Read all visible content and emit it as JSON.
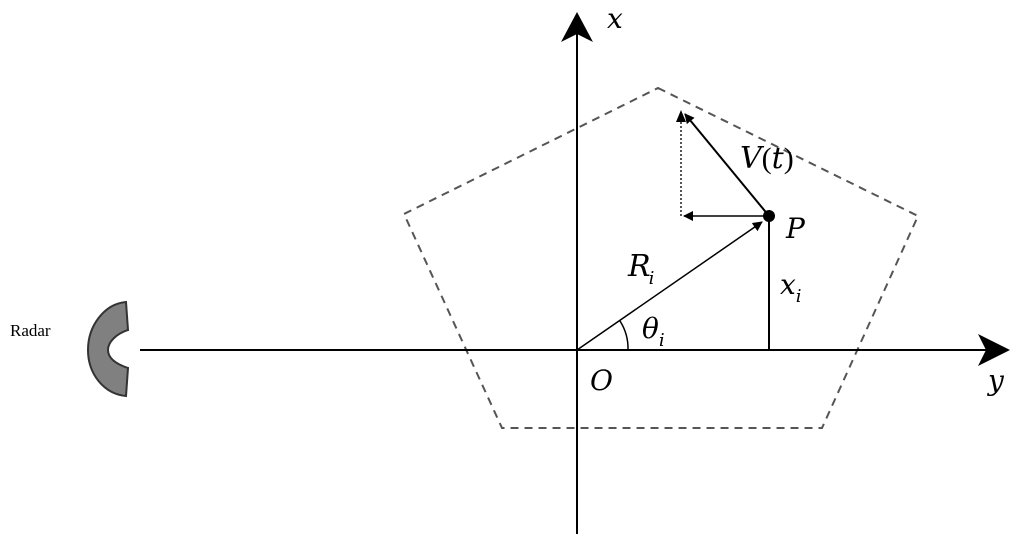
{
  "radar": {
    "label": "Radar",
    "fill_color": "#808080"
  },
  "axes": {
    "x_label": "x",
    "y_label": "y",
    "origin_label": "O"
  },
  "vectors": {
    "range_label": "R",
    "range_subscript": "i",
    "angle_label": "θ",
    "angle_subscript": "i",
    "height_label": "x",
    "height_subscript": "i",
    "velocity_label": "V",
    "velocity_arg": "t",
    "point_label": "P"
  },
  "region": {
    "shape": "pentagon",
    "line_style": "dashed",
    "line_color": "#555555"
  }
}
